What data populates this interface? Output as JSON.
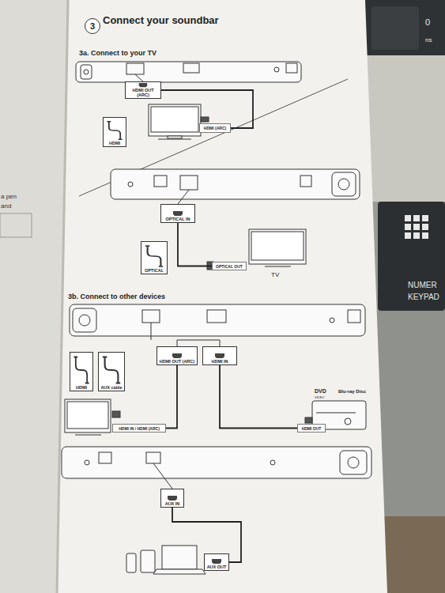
{
  "diagram": {
    "title": "Connect your soundbar",
    "nodes": [
      {
        "text": [
          "3"
        ]
      },
      {
        "text": [
          "HDMI OUT (ARC)"
        ]
      },
      {
        "text": [
          "HDMI"
        ]
      },
      {
        "text": [
          "HDMI (ARC)"
        ]
      },
      {
        "text": [
          "OPTICAL IN"
        ]
      },
      {
        "text": [
          "OPTICAL"
        ]
      },
      {
        "text": [
          "OPTICAL OUT"
        ]
      },
      {
        "text": [
          "HDMI OUT (ARC)"
        ]
      },
      {
        "text": [
          "HDMI IN"
        ]
      },
      {
        "text": [
          "HDMI"
        ]
      },
      {
        "text": [
          "AUX cable"
        ]
      },
      {
        "text": [
          "HDMI IN / HDMI (ARC)"
        ]
      },
      {
        "text": [
          "HDMI OUT"
        ]
      },
      {
        "text": [
          "AUX IN"
        ]
      },
      {
        "text": [
          "AUX OUT"
        ]
      }
    ],
    "edges": [
      {
        "from": 1,
        "to": 3,
        "arrow": "none"
      },
      {
        "from": 4,
        "to": 6,
        "arrow": "none"
      },
      {
        "from": 7,
        "to": 11,
        "arrow": "none"
      },
      {
        "from": 8,
        "to": 12,
        "arrow": "none"
      },
      {
        "from": 13,
        "to": 14,
        "arrow": "none"
      }
    ],
    "labels": [
      "3a. Connect to your TV",
      "TV",
      "3b. Connect to other devices",
      "DVD",
      "VIDEO",
      "Blu-ray Disc",
      "a pen",
      "and",
      "0",
      "ns",
      "NUMER",
      "KEYPAD"
    ]
  }
}
